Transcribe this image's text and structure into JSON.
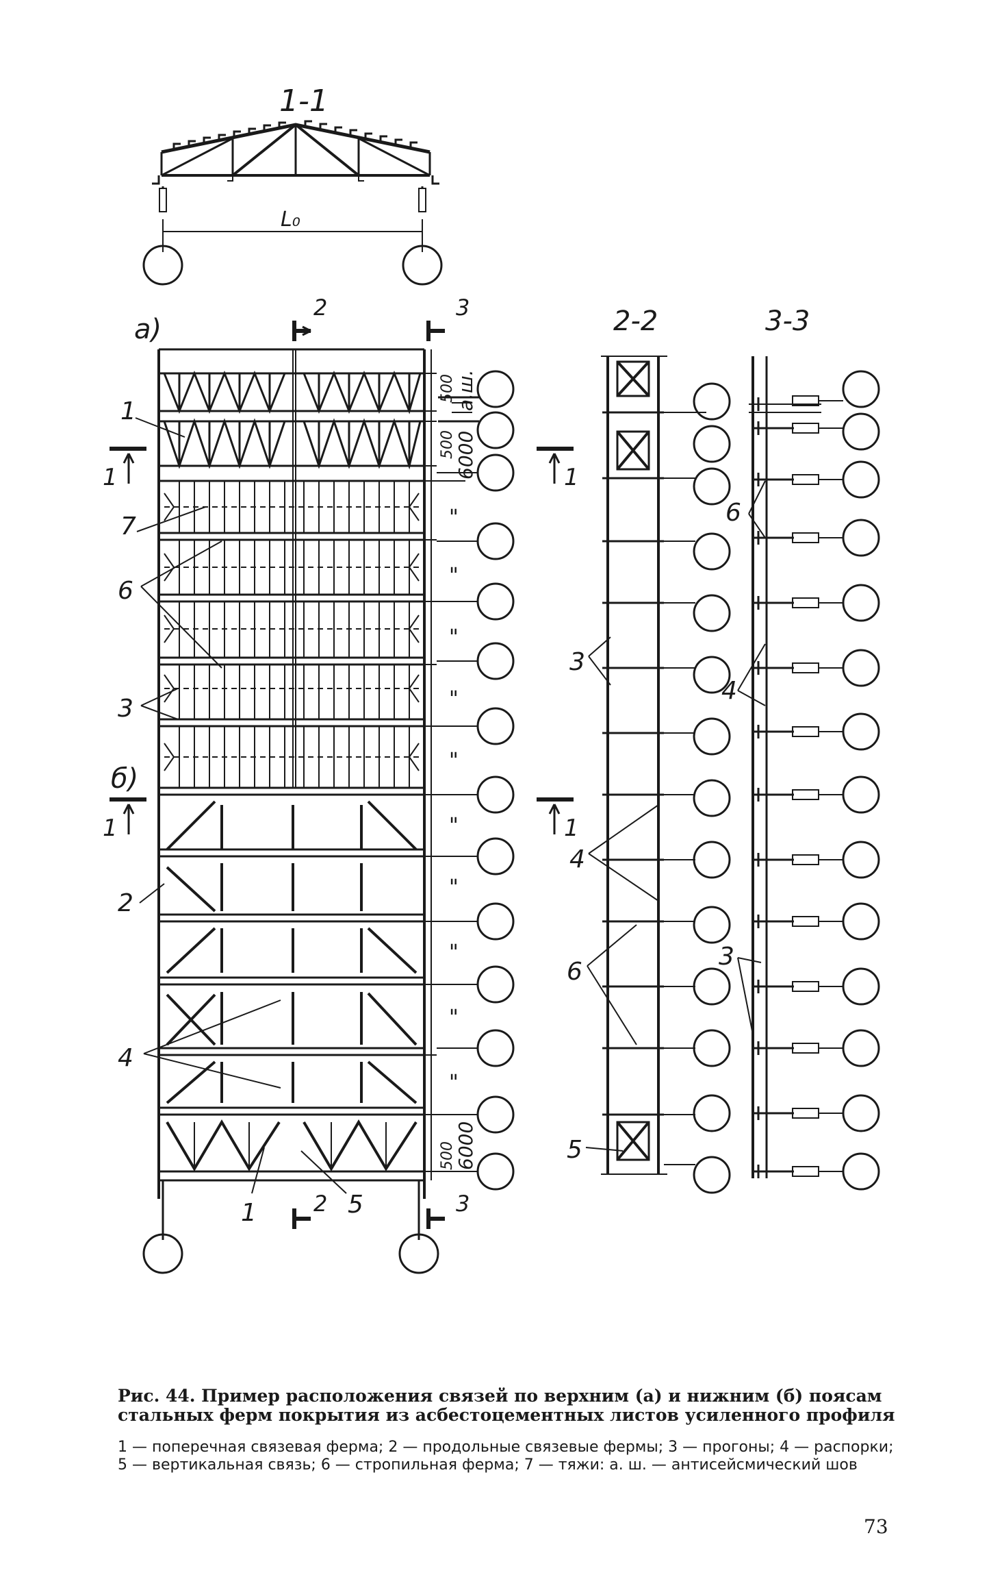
{
  "labels": {
    "section_1_1": "1-1",
    "span": "L₀",
    "variant_a": "а)",
    "variant_b": "б)",
    "section_2": "2",
    "section_3": "3",
    "section_1": "1",
    "section_2_2": "2-2",
    "section_3_3": "3-3",
    "dim_500": "500",
    "dim_6000": "6000",
    "seismic_joint": "а.ш.",
    "ditto": "\"",
    "callout_1": "1",
    "callout_2": "2",
    "callout_3": "3",
    "callout_4": "4",
    "callout_5": "5",
    "callout_6": "6",
    "callout_7": "7"
  },
  "caption": {
    "title": "Рис. 44. Пример расположения связей по верхним (а) и нижним (б) поясам стальных ферм покрытия из асбестоцементных листов усиленного профиля",
    "legend": "1 — поперечная связевая ферма; 2 — продольные связевые фермы; 3 — прогоны; 4 — распорки; 5 — вертикальная связь; 6 — стропильная ферма; 7 — тяжи: а. ш. — антисейсмический шов"
  },
  "page_number": "73"
}
